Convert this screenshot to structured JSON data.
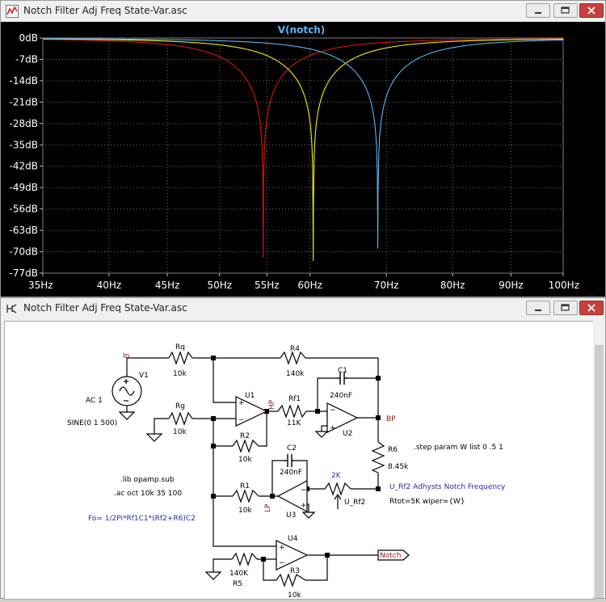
{
  "plot_window": {
    "title": "Notch Filter Adj Freq State-Var.asc",
    "trace_label": "V(notch)"
  },
  "schematic_window": {
    "title": "Notch Filter Adj Freq State-Var.asc"
  },
  "chart_data": {
    "type": "line",
    "title": "V(notch)",
    "x_scale": "log",
    "xlim": [
      35,
      100
    ],
    "ylim": [
      -77,
      0
    ],
    "x_tick_labels": [
      "35Hz",
      "40Hz",
      "45Hz",
      "50Hz",
      "55Hz",
      "60Hz",
      "70Hz",
      "80Hz",
      "90Hz",
      "100Hz"
    ],
    "x_ticks": [
      35,
      40,
      45,
      50,
      55,
      60,
      70,
      80,
      90,
      100
    ],
    "y_tick_labels": [
      "0dB",
      "-7dB",
      "-14dB",
      "-21dB",
      "-28dB",
      "-35dB",
      "-42dB",
      "-49dB",
      "-56dB",
      "-63dB",
      "-70dB",
      "-77dB"
    ],
    "y_ticks": [
      0,
      -7,
      -14,
      -21,
      -28,
      -35,
      -42,
      -49,
      -56,
      -63,
      -70,
      -77
    ],
    "grid": true,
    "background": "#000000",
    "series": [
      {
        "color": "#e01010",
        "notch_freq_hz": 54.6,
        "min_db": -72
      },
      {
        "color": "#f0f000",
        "notch_freq_hz": 60.4,
        "min_db": -73
      },
      {
        "color": "#5ab4f0",
        "notch_freq_hz": 68.8,
        "min_db": -69
      }
    ]
  },
  "schematic": {
    "labels": {
      "in": "In",
      "hp": "HP",
      "bp": "BP",
      "lp": "LP",
      "notch": "Notch",
      "v1": "V1",
      "v1_ac": "AC 1",
      "v1_sine": "SINE(0 1 500)",
      "rq": "Rq",
      "rq_val": "10k",
      "rg": "Rg",
      "rg_val": "10k",
      "r4": "R4",
      "r4_val": "140k",
      "c1": "C1",
      "c1_val": "240nF",
      "u1": "U1",
      "rf1": "Rf1",
      "rf1_val": "11K",
      "u2": "U2",
      "r2": "R2",
      "r2_val": "10k",
      "r6": "R6",
      "r6_val": "8.45k",
      "c2": "C2",
      "c2_val": "240nF",
      "pot_val": "2K",
      "pot_name": "U_Rf2",
      "r1": "R1",
      "r1_val": "10k",
      "u3": "U3",
      "u4": "U4",
      "r5_val": "140K",
      "r5": "R5",
      "r3": "R3",
      "r3_val": "10k"
    },
    "directives": {
      "step": ".step param W list 0 .5 1",
      "lib": ".lib opamp.sub",
      "ac": ".ac oct 10k 35 100",
      "pot_comment": "U_Rf2 Adhysts Notch Frequency",
      "pot_params": "Rtot=5K wiper={W}",
      "formula": "Fo= 1/2Pi*Rf1C1*(Rf2+R6)C2"
    }
  }
}
